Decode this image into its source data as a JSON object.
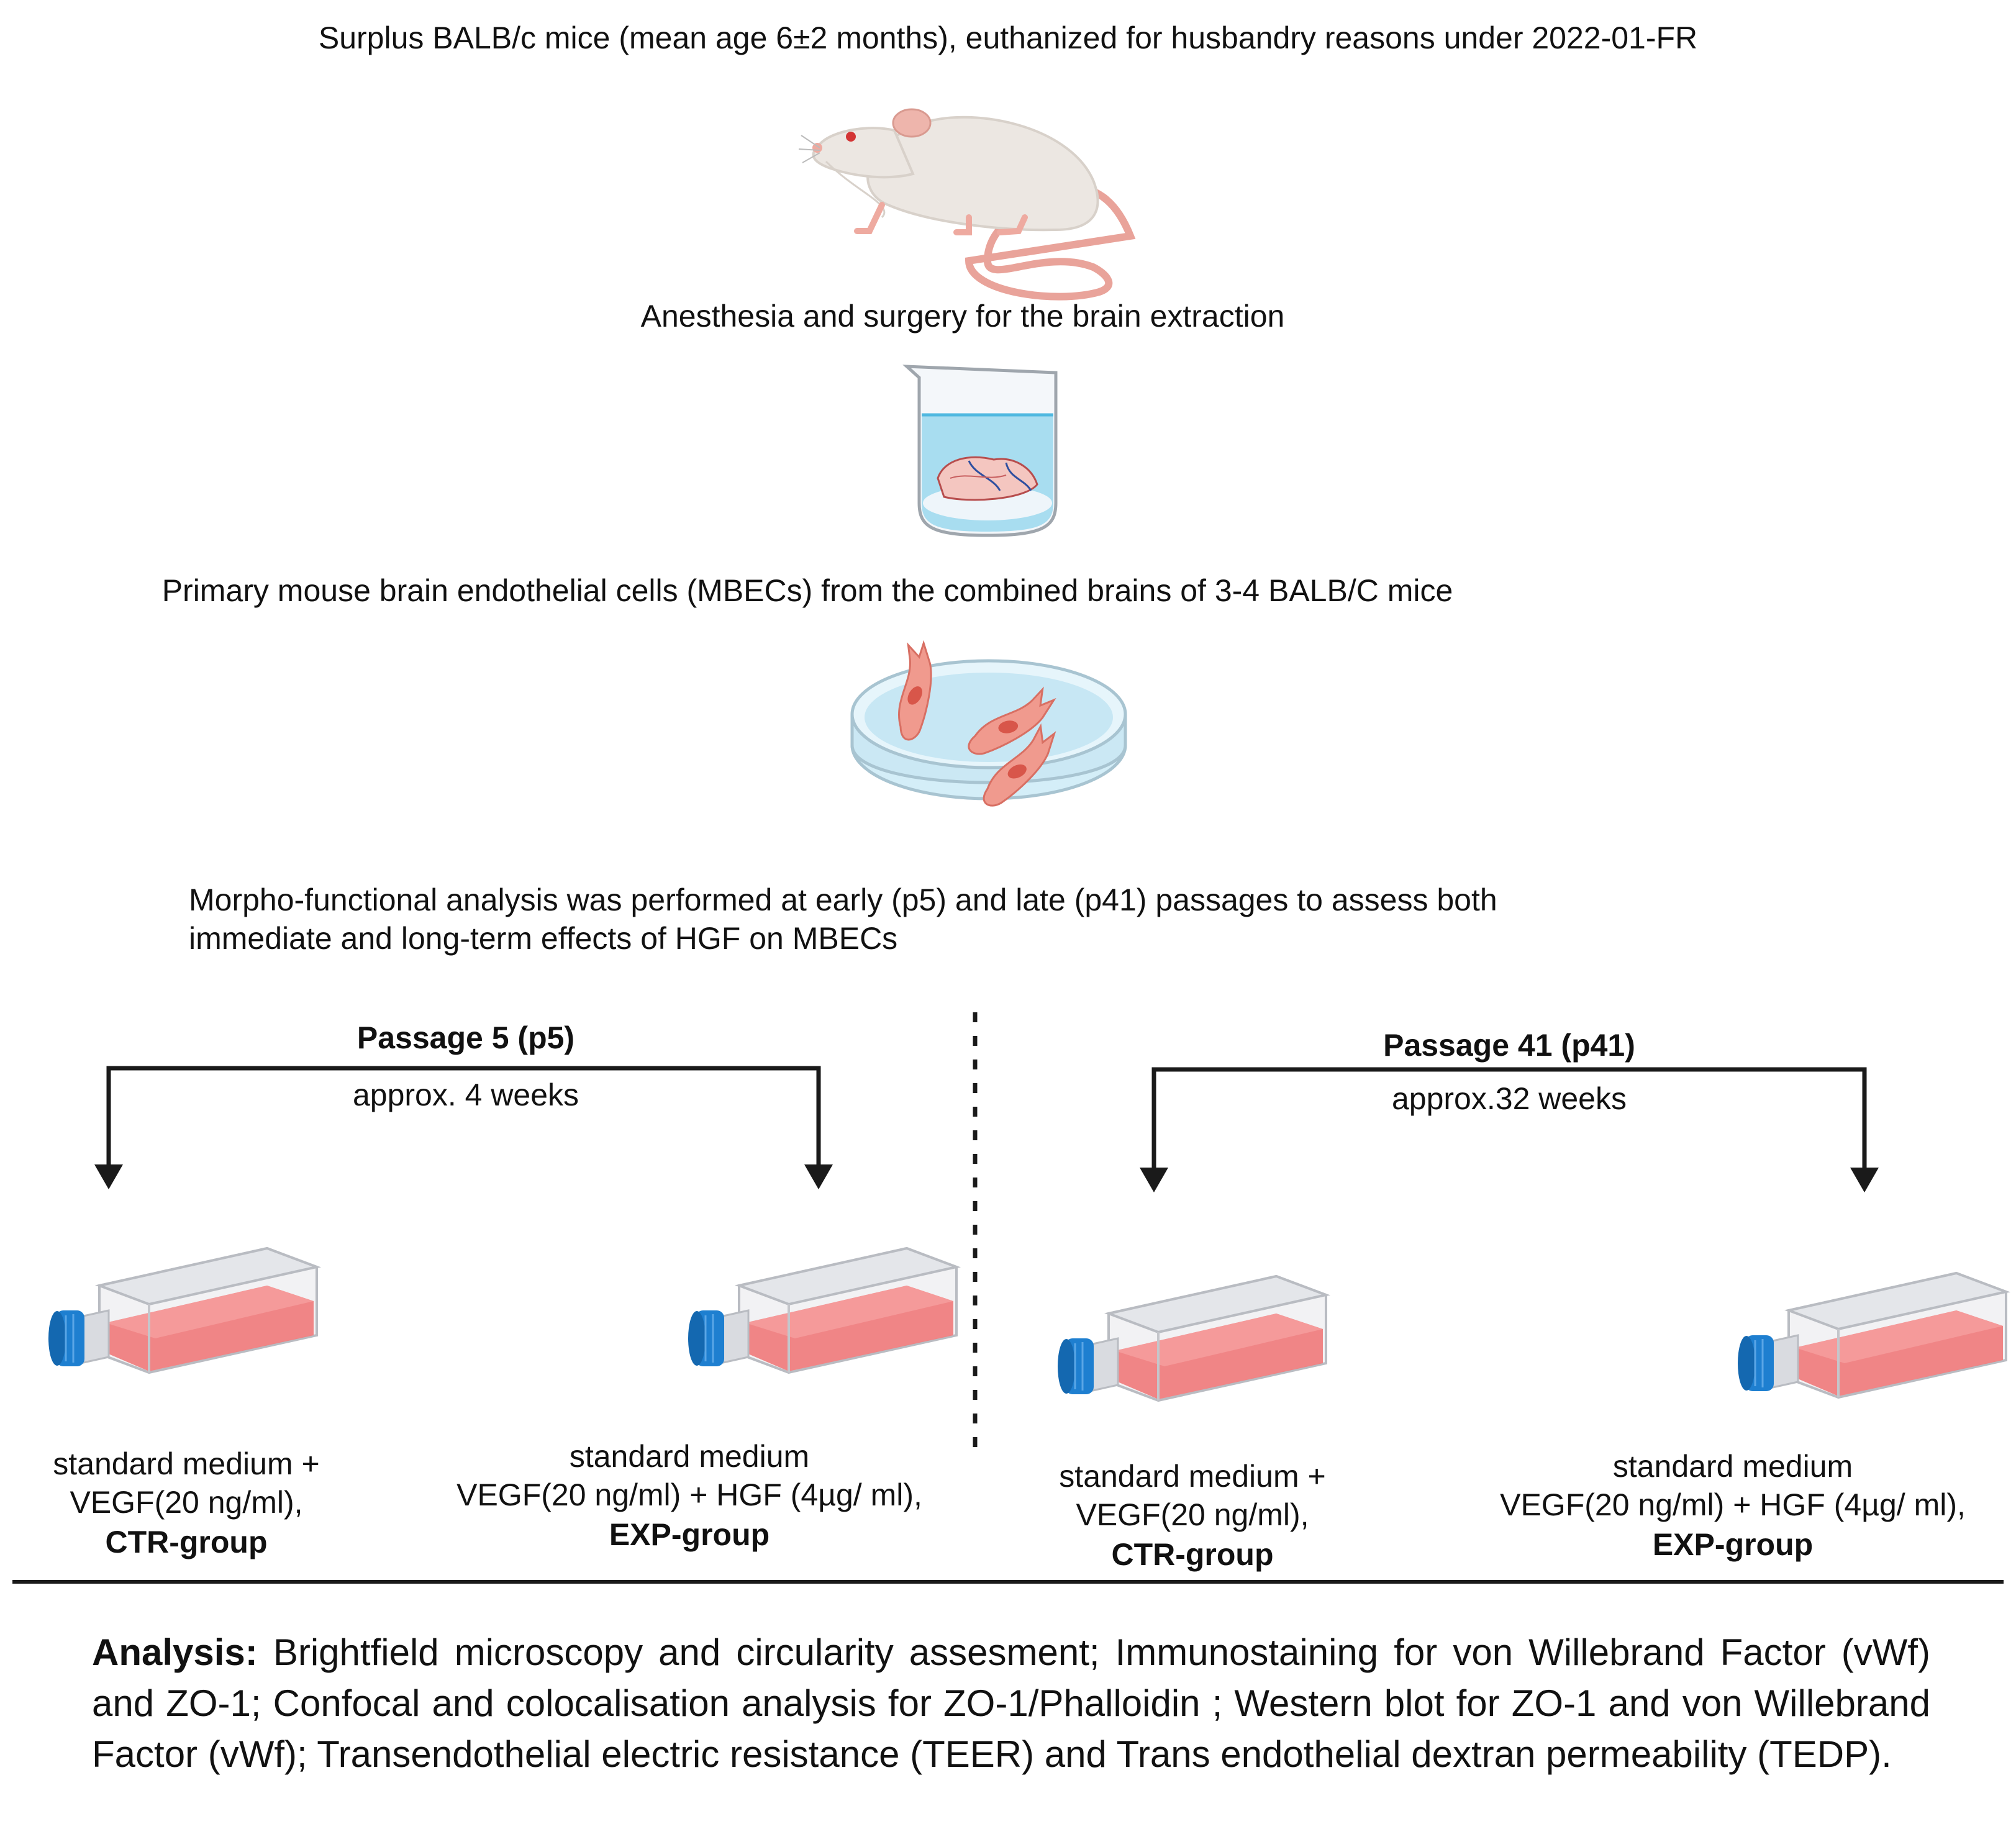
{
  "steps": {
    "source": "Surplus  BALB/c mice (mean age 6±2 months), euthanized for husbandry reasons under 2022-01-FR",
    "surgery": "Anesthesia and  surgery for the brain extraction",
    "cells": "Primary mouse brain endothelial cells (MBECs) from the combined brains of  3-4  BALB/C mice",
    "analysis_line1": "Morpho-functional analysis was performed at early (p5) and late (p41) passages  to assess both",
    "analysis_line2": "immediate and long-term effects  of HGF on MBECs"
  },
  "branches": [
    {
      "title": "Passage 5 (p5)",
      "duration": "approx. 4 weeks",
      "groups": [
        {
          "line1": "standard medium +",
          "line2": "VEGF(20 ng/ml),",
          "label": "CTR-group"
        },
        {
          "line1": "standard medium",
          "line2": "VEGF(20 ng/ml)  + HGF (4µg/ ml),",
          "label": "EXP-group"
        }
      ]
    },
    {
      "title": "Passage 41 (p41)",
      "duration": "approx.32 weeks",
      "groups": [
        {
          "line1": "standard medium +",
          "line2": "VEGF(20 ng/ml),",
          "label": "CTR-group"
        },
        {
          "line1": "standard medium",
          "line2": "VEGF(20 ng/ml)  + HGF (4µg/ ml),",
          "label": "EXP-group"
        }
      ]
    }
  ],
  "analysis": {
    "heading": "Analysis:",
    "body": " Brightfield microscopy and circularity assesment; Immunostaining for von Willebrand Factor (vWf) and ZO-1; Confocal and colocalisation analysis for ZO-1/Phalloidin ; Western blot for ZO-1 and von Willebrand Factor (vWf); Transendothelial electric resistance (TEER) and Trans endothelial dextran permeability (TEDP)."
  },
  "colors": {
    "mouse_body": "#ece7e2",
    "mouse_pink": "#eeaaa0",
    "medium_red": "#f07c7c",
    "cap_blue": "#1e7fd0",
    "water_blue": "#8fd4ec",
    "cell_pink": "#f09a8e",
    "line": "#1a1a1a"
  },
  "icons": [
    "mouse-icon",
    "beaker-brain-icon",
    "petri-dish-icon",
    "culture-flask-icon"
  ]
}
